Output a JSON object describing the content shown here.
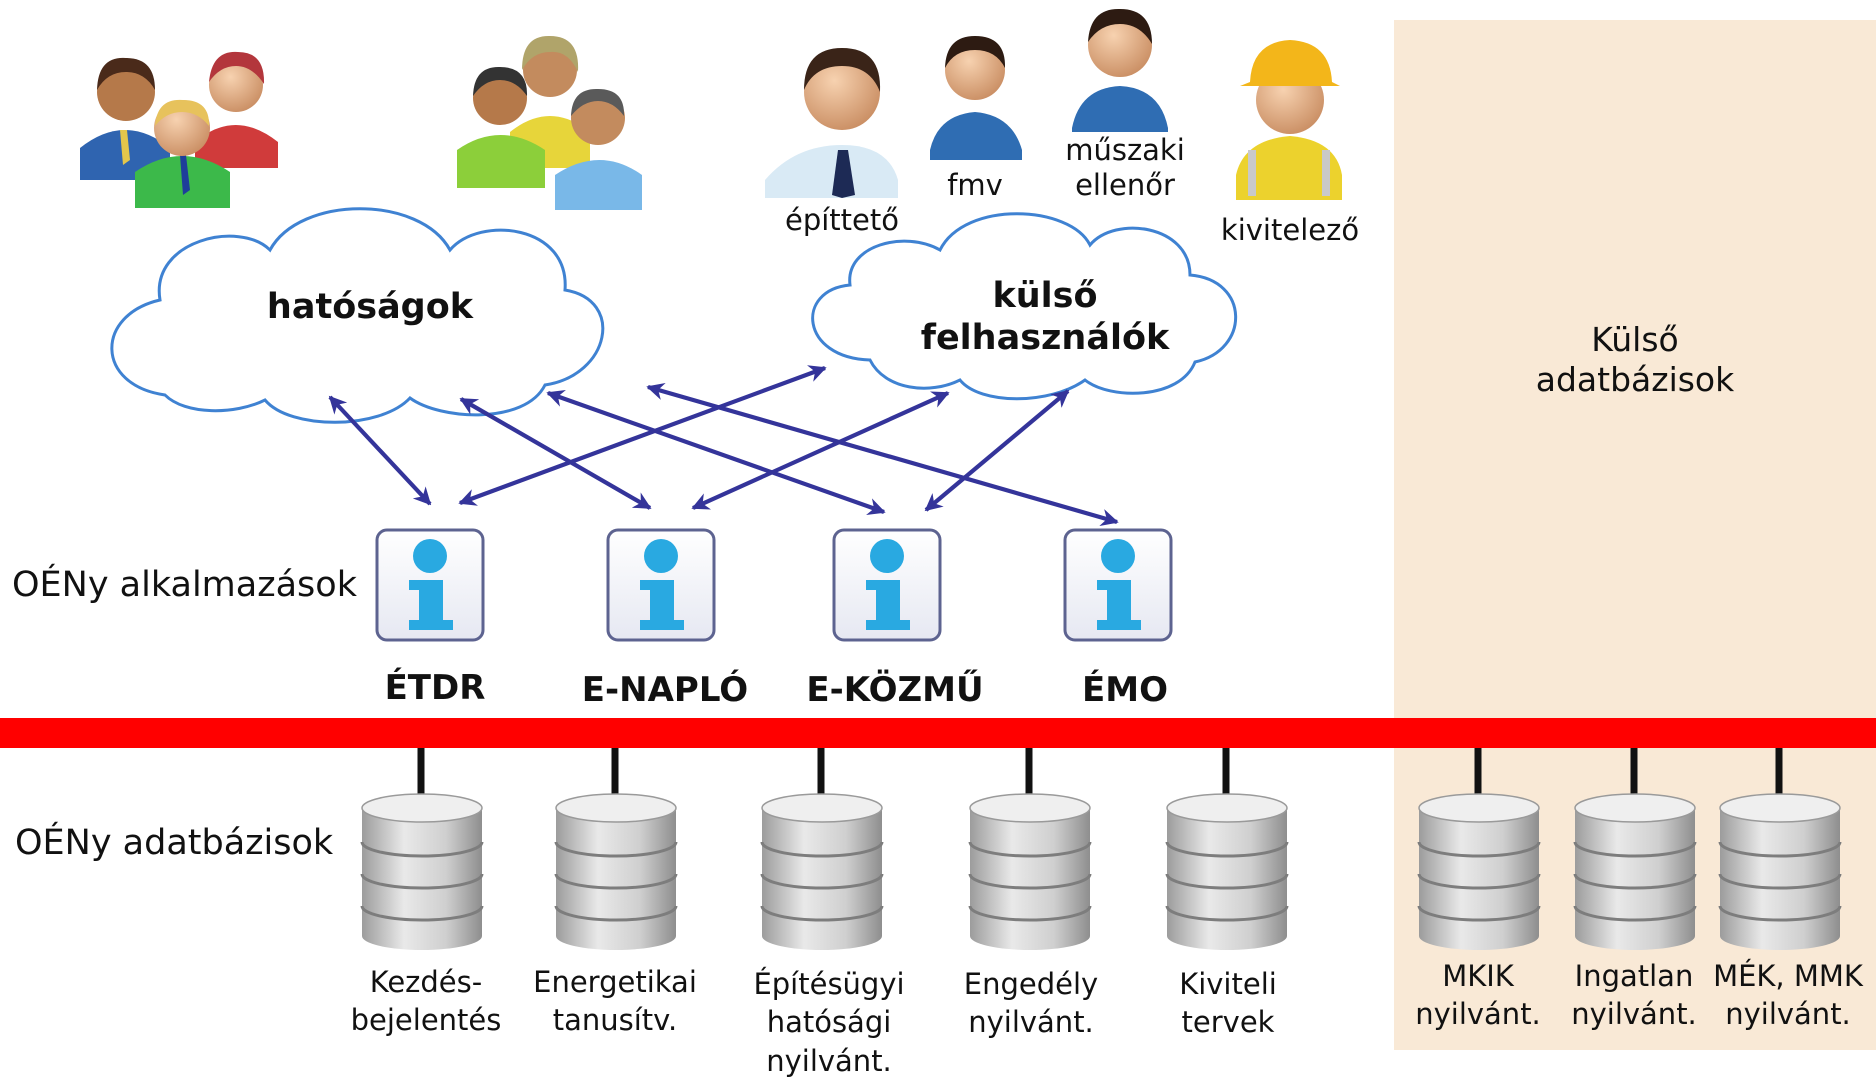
{
  "user_groups": {
    "authorities_icon": "people-group-icon",
    "external_icon": "people-group-icon"
  },
  "users": [
    {
      "label": "építtető",
      "icon": "businessman-icon"
    },
    {
      "label": "fmv",
      "icon": "person-icon"
    },
    {
      "label": "műszaki\nellenőr",
      "icon": "person-icon"
    },
    {
      "label": "kivitelező",
      "icon": "construction-worker-icon"
    }
  ],
  "clouds": {
    "authorities": "hatóságok",
    "external_users": "külső\nfelhasználók"
  },
  "row_labels": {
    "applications": "OÉNy alkalmazások",
    "databases": "OÉNy adatbázisok"
  },
  "applications": [
    {
      "label": "ÉTDR",
      "icon": "info-icon"
    },
    {
      "label": "E-NAPLÓ",
      "icon": "info-icon"
    },
    {
      "label": "E-KÖZMŰ",
      "icon": "info-icon"
    },
    {
      "label": "ÉMO",
      "icon": "info-icon"
    }
  ],
  "internal_databases": [
    {
      "label": "Kezdés-\nbejelentés",
      "icon": "database-icon"
    },
    {
      "label": "Energetikai\ntanusítv.",
      "icon": "database-icon"
    },
    {
      "label": "Építésügyi\nhatósági\nnyilvánt.",
      "icon": "database-icon"
    },
    {
      "label": "Engedély\nnyilvánt.",
      "icon": "database-icon"
    },
    {
      "label": "Kiviteli\ntervek",
      "icon": "database-icon"
    }
  ],
  "external_panel": {
    "title": "Külső\nadatbázisok",
    "databases": [
      {
        "label": "MKIK\nnyilvánt.",
        "icon": "database-icon"
      },
      {
        "label": "Ingatlan\nnyilvánt.",
        "icon": "database-icon"
      },
      {
        "label": "MÉK, MMK\nnyilvánt.",
        "icon": "database-icon"
      }
    ]
  },
  "colors": {
    "bus": "#ff0000",
    "arrows": "#34349a",
    "cloud_stroke": "#3f82d2",
    "external_panel": "#f9e9d6",
    "info_icon": "#29a9e1"
  }
}
